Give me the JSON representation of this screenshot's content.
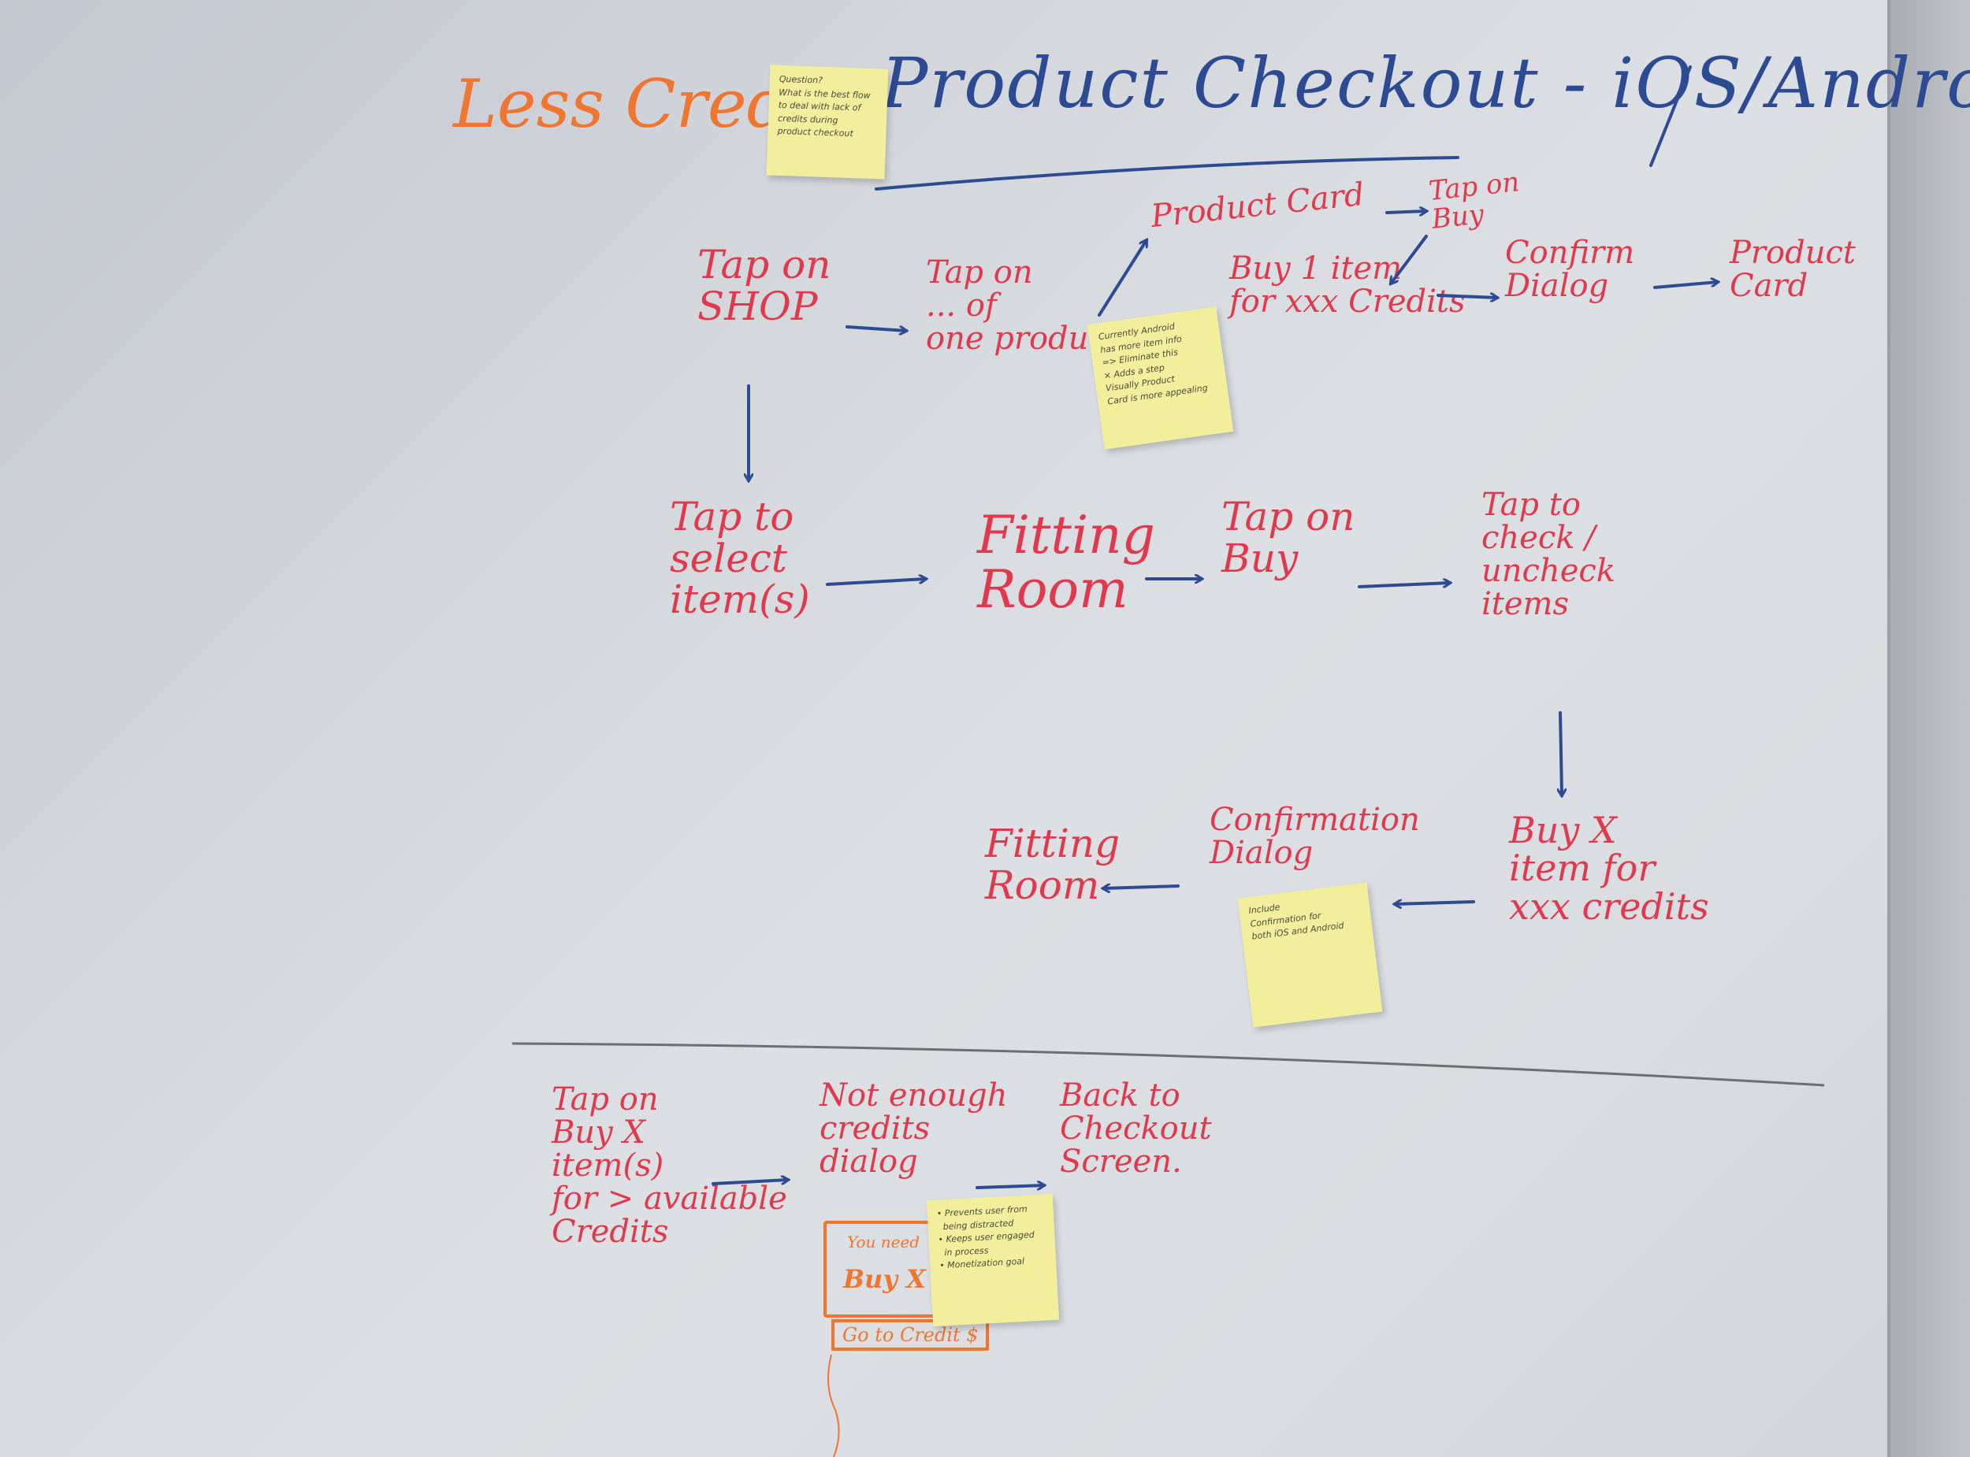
{
  "title": "Product Checkout - iOS/Android",
  "side_note": "Less Credits",
  "colors": {
    "red": "#e0394d",
    "blue": "#2c4b93",
    "orange": "#f0752f",
    "sticky": "#f2ee9c",
    "board": "#d6d9de"
  },
  "nodes": {
    "tap_on_shop": "Tap on\nSHOP",
    "tap_on_product": "Tap on\n... of\none product",
    "product_card_top": "Product Card",
    "tap_on_buy_top": "Tap on\nBuy",
    "buy_1_item": "Buy 1 item\nfor xxx Credits",
    "confirm_dialog": "Confirm\nDialog",
    "product_card_right": "Product\nCard",
    "tap_to_select": "Tap to\nselect\nitem(s)",
    "fitting_room_mid": "Fitting\nRoom",
    "tap_on_buy_mid": "Tap on\nBuy",
    "tap_to_check": "Tap to\ncheck /\nuncheck\nitems",
    "buy_x_item": "Buy X\nitem for\nxxx credits",
    "confirmation_dialog": "Confirmation\nDialog",
    "fitting_room_low": "Fitting\nRoom",
    "tap_on_buy_x": "Tap on\nBuy X\nitem(s)\nfor > available\nCredits",
    "not_enough": "Not enough\ncredits\ndialog",
    "back_to_checkout": "Back to\nCheckout\nScreen."
  },
  "stickies": {
    "question": "Question?\nWhat is the best flow\nto deal with lack of\ncredits during\nproduct checkout",
    "android": "Currently Android\nhas more item info\n=> Eliminate this\n× Adds a step\nVisually Product\nCard is more appealing",
    "confirmation": "Include\nConfirmation for\nboth iOS and Android",
    "bottom": "• Prevents user from\n  being distracted\n• Keeps user engaged\n  in process\n• Monetization goal"
  },
  "mockup": {
    "line1": "You need",
    "line2": "Buy X =",
    "button": "Go to Credit $"
  }
}
